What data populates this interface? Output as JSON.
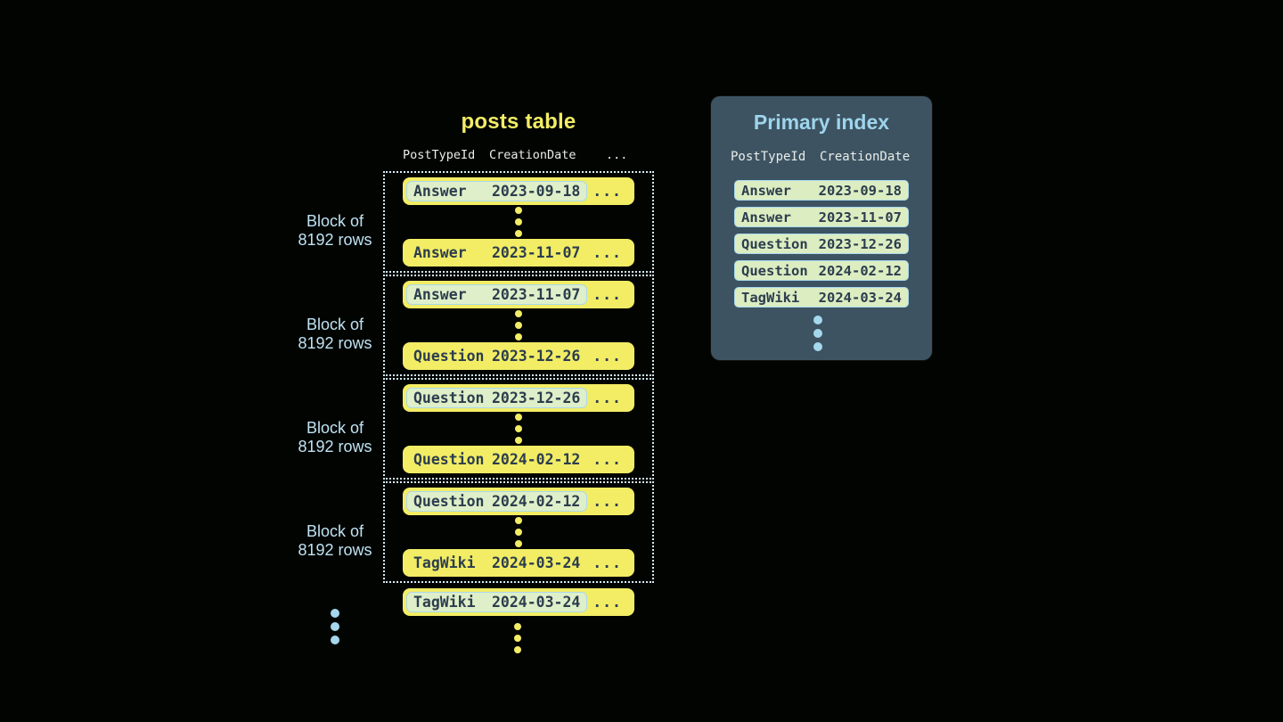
{
  "posts_table": {
    "title": "posts table",
    "columns": {
      "type": "PostTypeId",
      "date": "CreationDate",
      "more": "..."
    },
    "blocks": [
      {
        "label_line1": "Block of",
        "label_line2": "8192 rows",
        "first_row": {
          "type": "Answer",
          "date": "2023-09-18",
          "more": "..."
        },
        "last_row": {
          "type": "Answer",
          "date": "2023-11-07",
          "more": "..."
        }
      },
      {
        "label_line1": "Block of",
        "label_line2": "8192 rows",
        "first_row": {
          "type": "Answer",
          "date": "2023-11-07",
          "more": "..."
        },
        "last_row": {
          "type": "Question",
          "date": "2023-12-26",
          "more": "..."
        }
      },
      {
        "label_line1": "Block of",
        "label_line2": "8192 rows",
        "first_row": {
          "type": "Question",
          "date": "2023-12-26",
          "more": "..."
        },
        "last_row": {
          "type": "Question",
          "date": "2024-02-12",
          "more": "..."
        }
      },
      {
        "label_line1": "Block of",
        "label_line2": "8192 rows",
        "first_row": {
          "type": "Question",
          "date": "2024-02-12",
          "more": "..."
        },
        "last_row": {
          "type": "TagWiki",
          "date": "2024-03-24",
          "more": "..."
        }
      }
    ],
    "overflow_row": {
      "type": "TagWiki",
      "date": "2024-03-24",
      "more": "..."
    }
  },
  "primary_index": {
    "title": "Primary index",
    "columns": {
      "type": "PostTypeId",
      "date": "CreationDate"
    },
    "rows": [
      {
        "type": "Answer",
        "date": "2023-09-18"
      },
      {
        "type": "Answer",
        "date": "2023-11-07"
      },
      {
        "type": "Question",
        "date": "2023-12-26"
      },
      {
        "type": "Question",
        "date": "2024-02-12"
      },
      {
        "type": "TagWiki",
        "date": "2024-03-24"
      }
    ]
  },
  "colors": {
    "background": "#020402",
    "row_yellow": "#F2ED65",
    "highlight_green": "#DFEFC9",
    "index_row_green": "#DCEDC2",
    "highlight_border_blue": "#A9D9EC",
    "accent_blue": "#9ED5EC",
    "label_blue": "#BFE3F2",
    "panel_background": "#3D5362",
    "dark_text": "#2C3D4E"
  }
}
